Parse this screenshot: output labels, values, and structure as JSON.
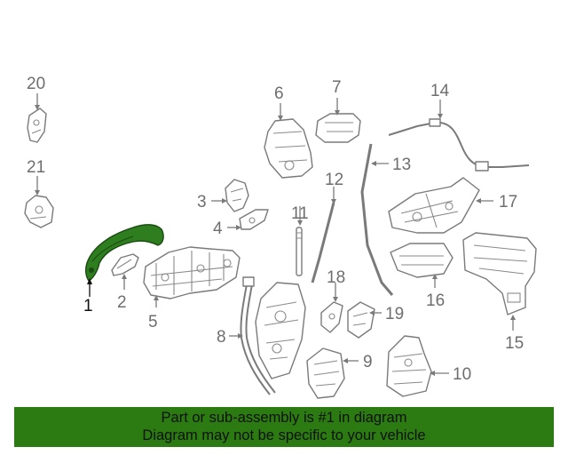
{
  "diagram": {
    "highlight_color": "#2e7d1f",
    "callouts": {
      "c1": "1",
      "c2": "2",
      "c3": "3",
      "c4": "4",
      "c5": "5",
      "c6": "6",
      "c7": "7",
      "c8": "8",
      "c9": "9",
      "c10": "10",
      "c11": "11",
      "c12": "12",
      "c13": "13",
      "c14": "14",
      "c15": "15",
      "c16": "16",
      "c17": "17",
      "c18": "18",
      "c19": "19",
      "c20": "20",
      "c21": "21"
    }
  },
  "banner": {
    "background": "#2c7a12",
    "line1": "Part or sub-assembly is #1 in diagram",
    "line2": "Diagram may not be specific to your vehicle"
  }
}
